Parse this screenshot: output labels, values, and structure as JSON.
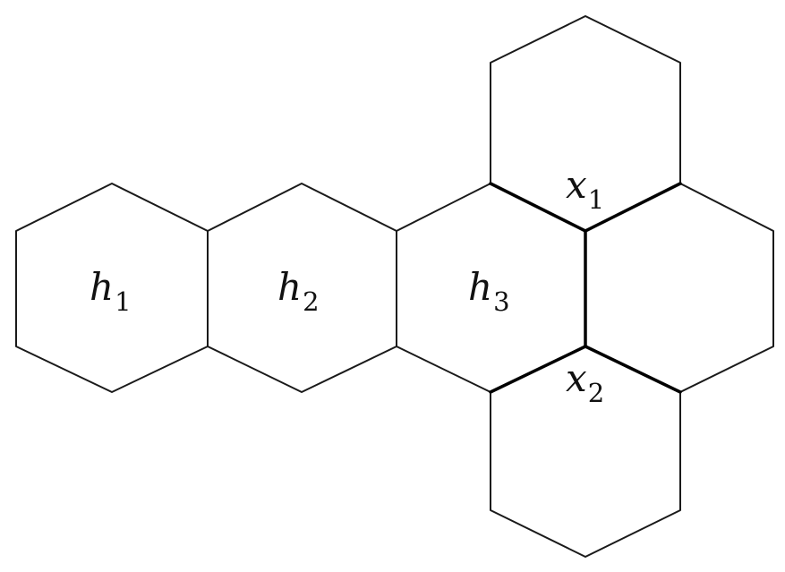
{
  "labels": {
    "h1": {
      "main": "h",
      "sub": "1"
    },
    "h2": {
      "main": "h",
      "sub": "2"
    },
    "h3": {
      "main": "h",
      "sub": "3"
    },
    "x1": {
      "main": "x",
      "sub": "1"
    },
    "x2": {
      "main": "x",
      "sub": "2"
    }
  },
  "colors": {
    "line": "#1a1a1a",
    "background": "#ffffff"
  }
}
